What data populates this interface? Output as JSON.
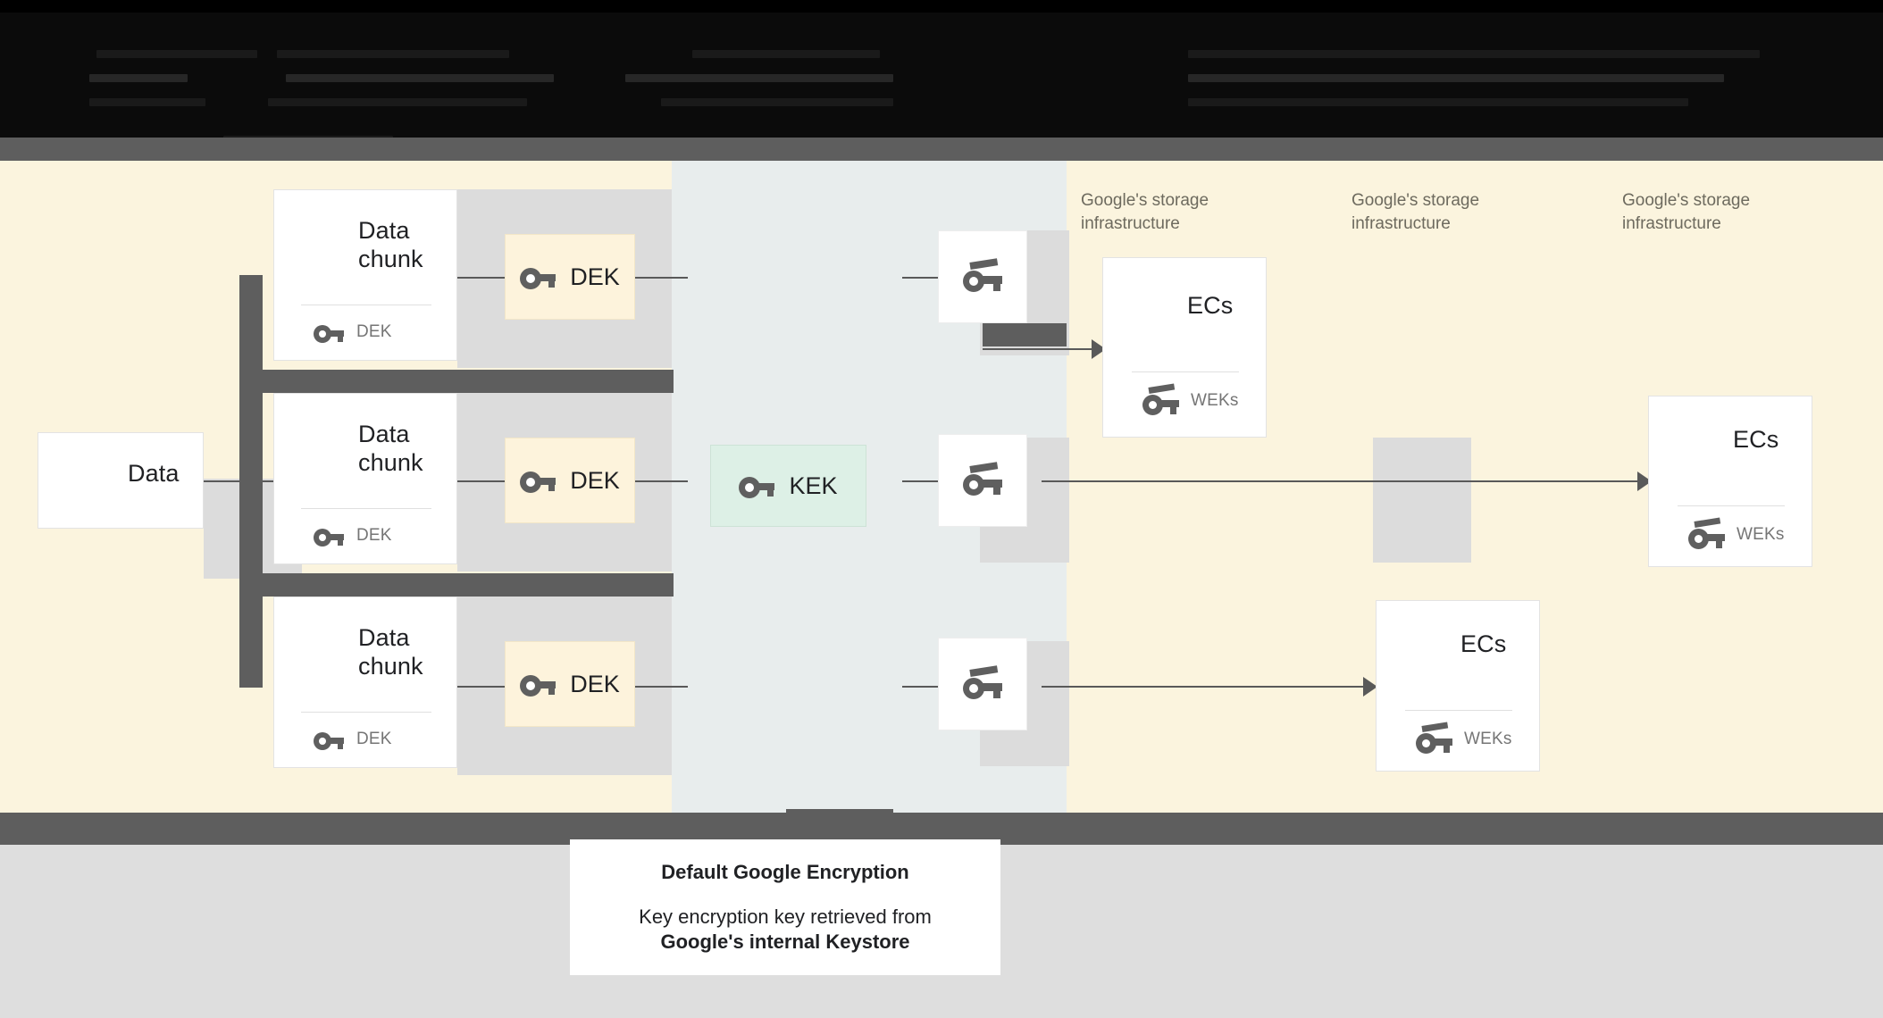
{
  "document": {
    "title": "Default Google Encryption",
    "header_note": "Top banner text is redacted / illegible in the source image"
  },
  "colors": {
    "band_cream": "#fbf4de",
    "band_blue_gray": "#e8eded",
    "band_dark": "#5e5e5e",
    "band_light_gray": "#dedede",
    "chip_dek": "#fdf3dc",
    "chip_kek": "#ddf0e6",
    "card_white": "#ffffff",
    "icon_gray": "#5f5f5f",
    "text_dark": "#202124",
    "text_muted": "#757575",
    "text_infra": "#6d6a5e"
  },
  "left": {
    "data_card": {
      "label": "Data",
      "icon": "server-icon"
    }
  },
  "chunks": [
    {
      "label": "Data\nchunk",
      "line1": "Data",
      "line2": "chunk",
      "icon": "server-icon",
      "sub_label": "DEK",
      "sub_icon": "key-icon",
      "chip_label": "DEK",
      "chip_icon": "key-icon"
    },
    {
      "label": "Data\nchunk",
      "line1": "Data",
      "line2": "chunk",
      "icon": "server-icon",
      "sub_label": "DEK",
      "sub_icon": "key-icon",
      "chip_label": "DEK",
      "chip_icon": "key-icon"
    },
    {
      "label": "Data\nchunk",
      "line1": "Data",
      "line2": "chunk",
      "icon": "server-icon",
      "sub_label": "DEK",
      "sub_icon": "key-icon",
      "chip_label": "DEK",
      "chip_icon": "key-icon"
    }
  ],
  "kek": {
    "chip_label": "KEK",
    "chip_icon": "key-icon",
    "wrapped_keys": [
      {
        "icon": "wrapped-key-icon"
      },
      {
        "icon": "wrapped-key-icon"
      },
      {
        "icon": "wrapped-key-icon"
      }
    ]
  },
  "storage": {
    "infra_captions": [
      "Google's storage\ninfrastructure",
      "Google's storage\ninfrastructure",
      "Google's storage\ninfrastructure"
    ],
    "infra_caption_line1": "Google's storage",
    "infra_caption_line2": "infrastructure",
    "ec_cards": [
      {
        "label": "ECs",
        "icon": "server-icon",
        "sub_label": "WEKs",
        "sub_icon": "wrapped-key-icon"
      },
      {
        "label": "ECs",
        "icon": "server-icon",
        "sub_label": "WEKs",
        "sub_icon": "wrapped-key-icon"
      },
      {
        "label": "ECs",
        "icon": "server-icon",
        "sub_label": "WEKs",
        "sub_icon": "wrapped-key-icon"
      }
    ]
  },
  "caption": {
    "title": "Default Google Encryption",
    "line1": "Key encryption key retrieved from",
    "line2": "Google's internal Keystore"
  }
}
